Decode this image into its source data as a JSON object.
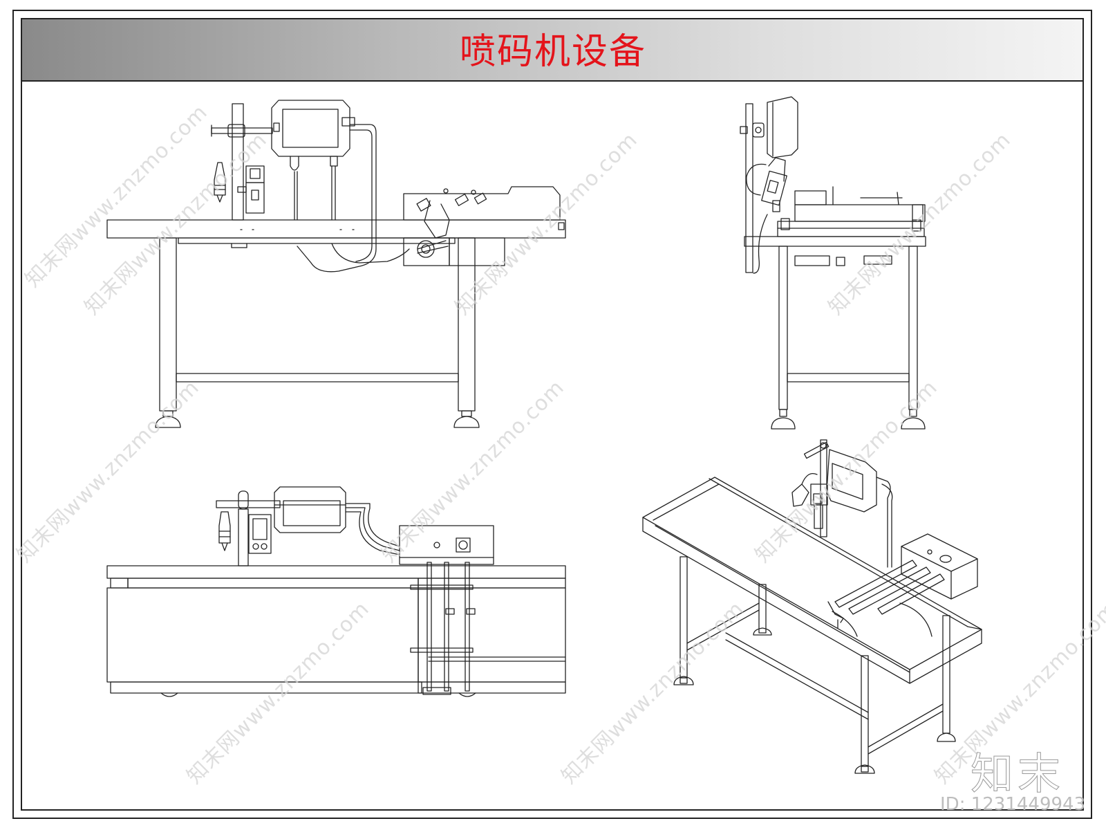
{
  "title": "喷码机设备",
  "watermark": {
    "text": "知末网www.znzmo.com",
    "color": "#d4d4d4"
  },
  "brand": "知末",
  "image_id": "ID: 1231449943",
  "colors": {
    "title": "#e4141b",
    "line": "#222222",
    "title_bar_start": "#8a8a8a",
    "title_bar_end": "#f4f4f4"
  }
}
